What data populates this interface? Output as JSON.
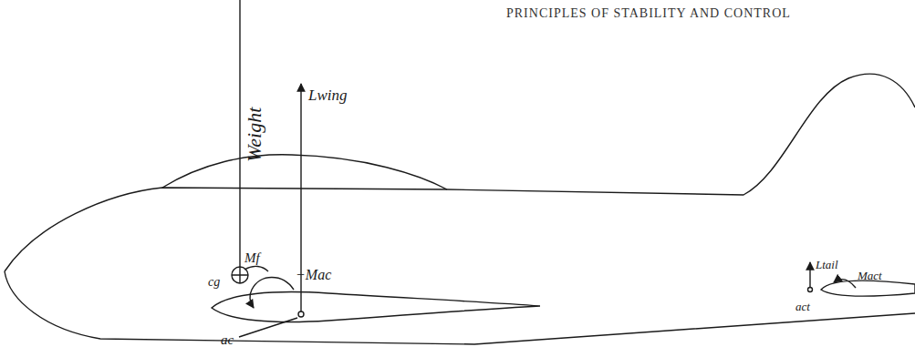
{
  "diagram": {
    "labels": [
      "PRINCIPLES OF STABILITY AND CONTROL",
      "Weight",
      "Lwing",
      "Mf",
      "cg",
      "−Mac",
      "ac",
      "Ltail",
      "Mact",
      "act"
    ]
  }
}
